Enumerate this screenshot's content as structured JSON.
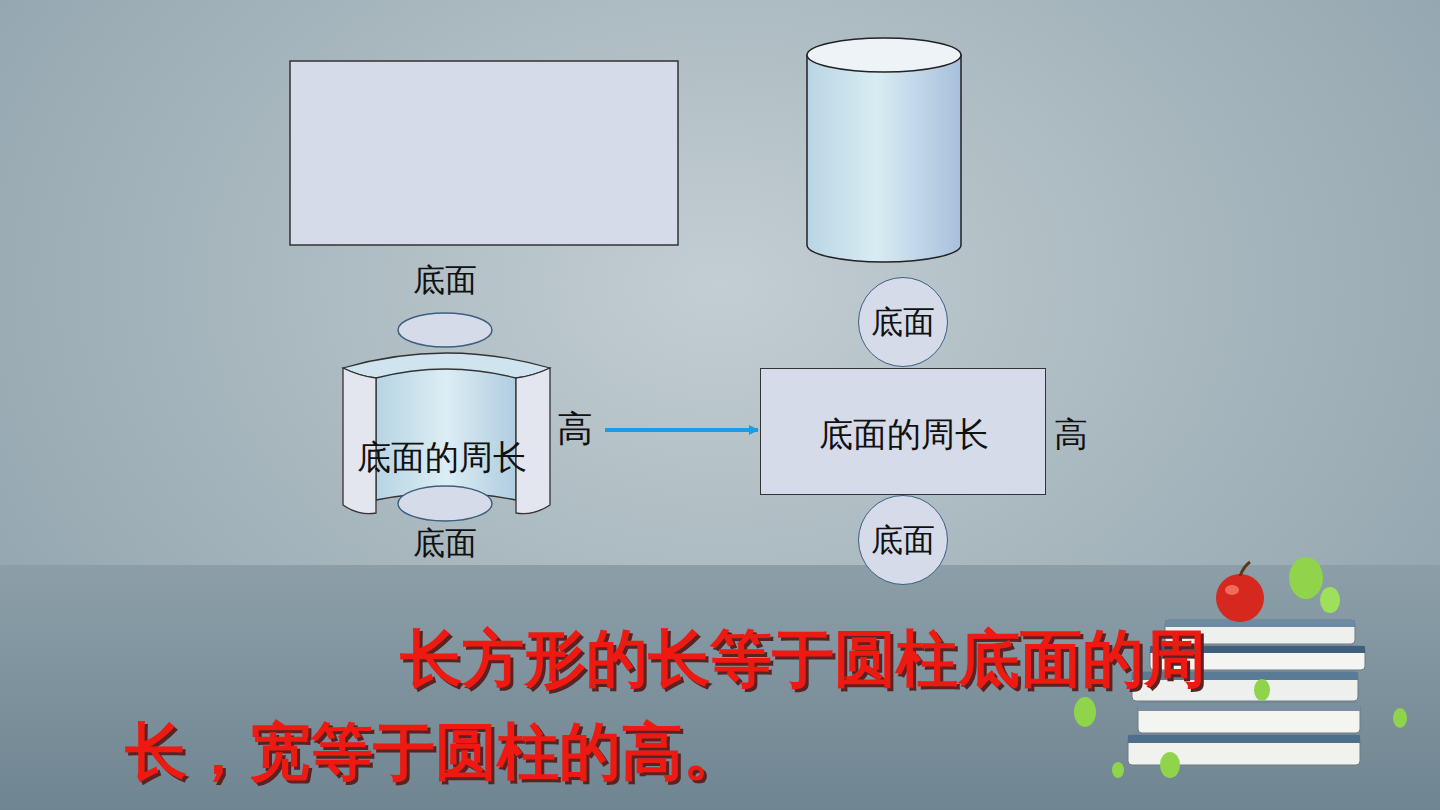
{
  "diagram": {
    "nodes": [
      {
        "text": [
          "底面"
        ]
      },
      {
        "text": [
          "底面的周长",
          "高"
        ]
      },
      {
        "text": [
          "底面"
        ]
      },
      {
        "text": [
          "底面"
        ]
      },
      {
        "text": [
          "底面的周长",
          "高"
        ]
      },
      {
        "text": [
          "底面"
        ]
      }
    ],
    "edges": [
      {
        "from": 1,
        "to": 4,
        "arrow": "to"
      }
    ],
    "labels": [
      "长方形的长等于圆柱底面的周长，宽等于圆柱的高。"
    ]
  }
}
